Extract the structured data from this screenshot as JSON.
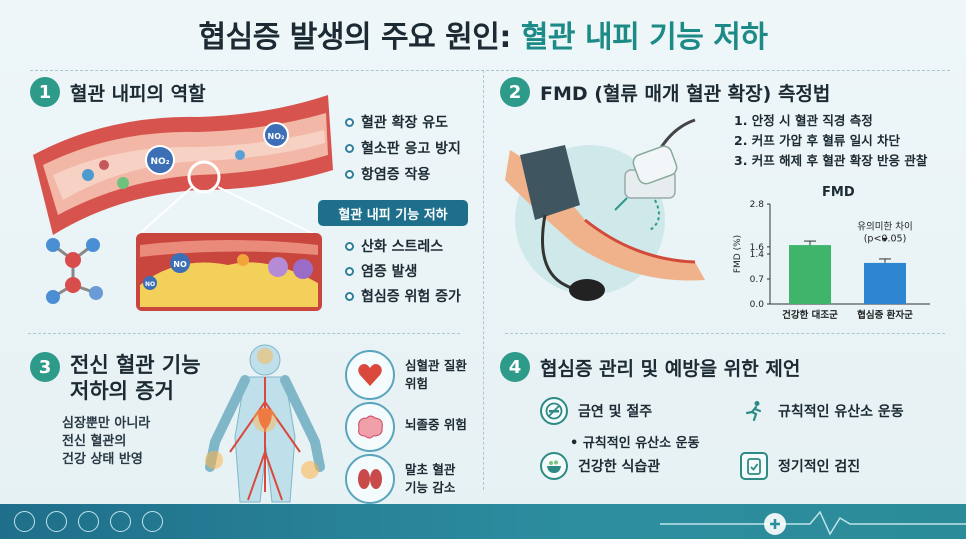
{
  "title": {
    "main": "협심증 발생의 주요 원인:",
    "accent": "혈관 내피 기능 저하"
  },
  "section1": {
    "number": "1",
    "heading": "혈관 내피의 역할",
    "roles": [
      "혈관 확장 유도",
      "혈소판 응고 방지",
      "항염증 작용"
    ],
    "banner": "혈관 내피 기능 저하",
    "effects": [
      "산화 스트레스",
      "염증 발생",
      "협심증 위험 증가"
    ],
    "molecule_labels": [
      "NO₂",
      "NO₂",
      "NO",
      "NO"
    ]
  },
  "section2": {
    "number": "2",
    "heading": "FMD (혈류 매개 혈관 확장) 측정법",
    "steps": [
      "1. 안정 시 혈관 직경 측정",
      "2. 커프 가압 후 혈류 일시 차단",
      "3. 커프 해제 후 혈관 확장 반응 관찰"
    ]
  },
  "chart_data": {
    "type": "bar",
    "title": "FMD",
    "categories": [
      "건강한 대조군",
      "협심증 환자군"
    ],
    "values": [
      1.65,
      1.15
    ],
    "ylabel": "FMD (%)",
    "ylim": [
      0,
      2.8
    ],
    "yticks": [
      "0.0",
      "0.7",
      "1.4",
      "1.6",
      "2.8"
    ],
    "colors": [
      "#3fb56c",
      "#2f86d0"
    ],
    "annotation": [
      "유의미한 차이",
      "(p<0.05)"
    ],
    "grid": false
  },
  "section3": {
    "number": "3",
    "heading_lines": [
      "전신 혈관 기능",
      "저하의 증거"
    ],
    "text_lines": [
      "심장뿐만 아니라",
      "전신 혈관의",
      "건강 상태 반영"
    ],
    "organs": [
      {
        "icon": "heart-icon",
        "lines": [
          "심혈관 질환",
          "위험"
        ]
      },
      {
        "icon": "brain-icon",
        "lines": [
          "뇌졸중 위험"
        ]
      },
      {
        "icon": "kidney-icon",
        "lines": [
          "말초 혈관",
          "기능 감소"
        ]
      }
    ]
  },
  "section4": {
    "number": "4",
    "heading": "협심증 관리 및 예방을 위한 제언",
    "recs": [
      {
        "icon": "no-smoking-icon",
        "label": "금연 및 절주"
      },
      {
        "icon": "running-icon",
        "label": "규칙적인 유산소 운동"
      },
      {
        "icon": "food-bowl-icon",
        "label": "건강한 식습관"
      },
      {
        "icon": "clipboard-check-icon",
        "label": "정기적인 검진"
      }
    ],
    "sub_bullet": "• 규칙적인 유산소 운동"
  },
  "colors": {
    "accent": "#1c8a86",
    "badge": "#2e9a8a",
    "banner": "#1d6f8c",
    "footer": "#1f6f8a"
  }
}
